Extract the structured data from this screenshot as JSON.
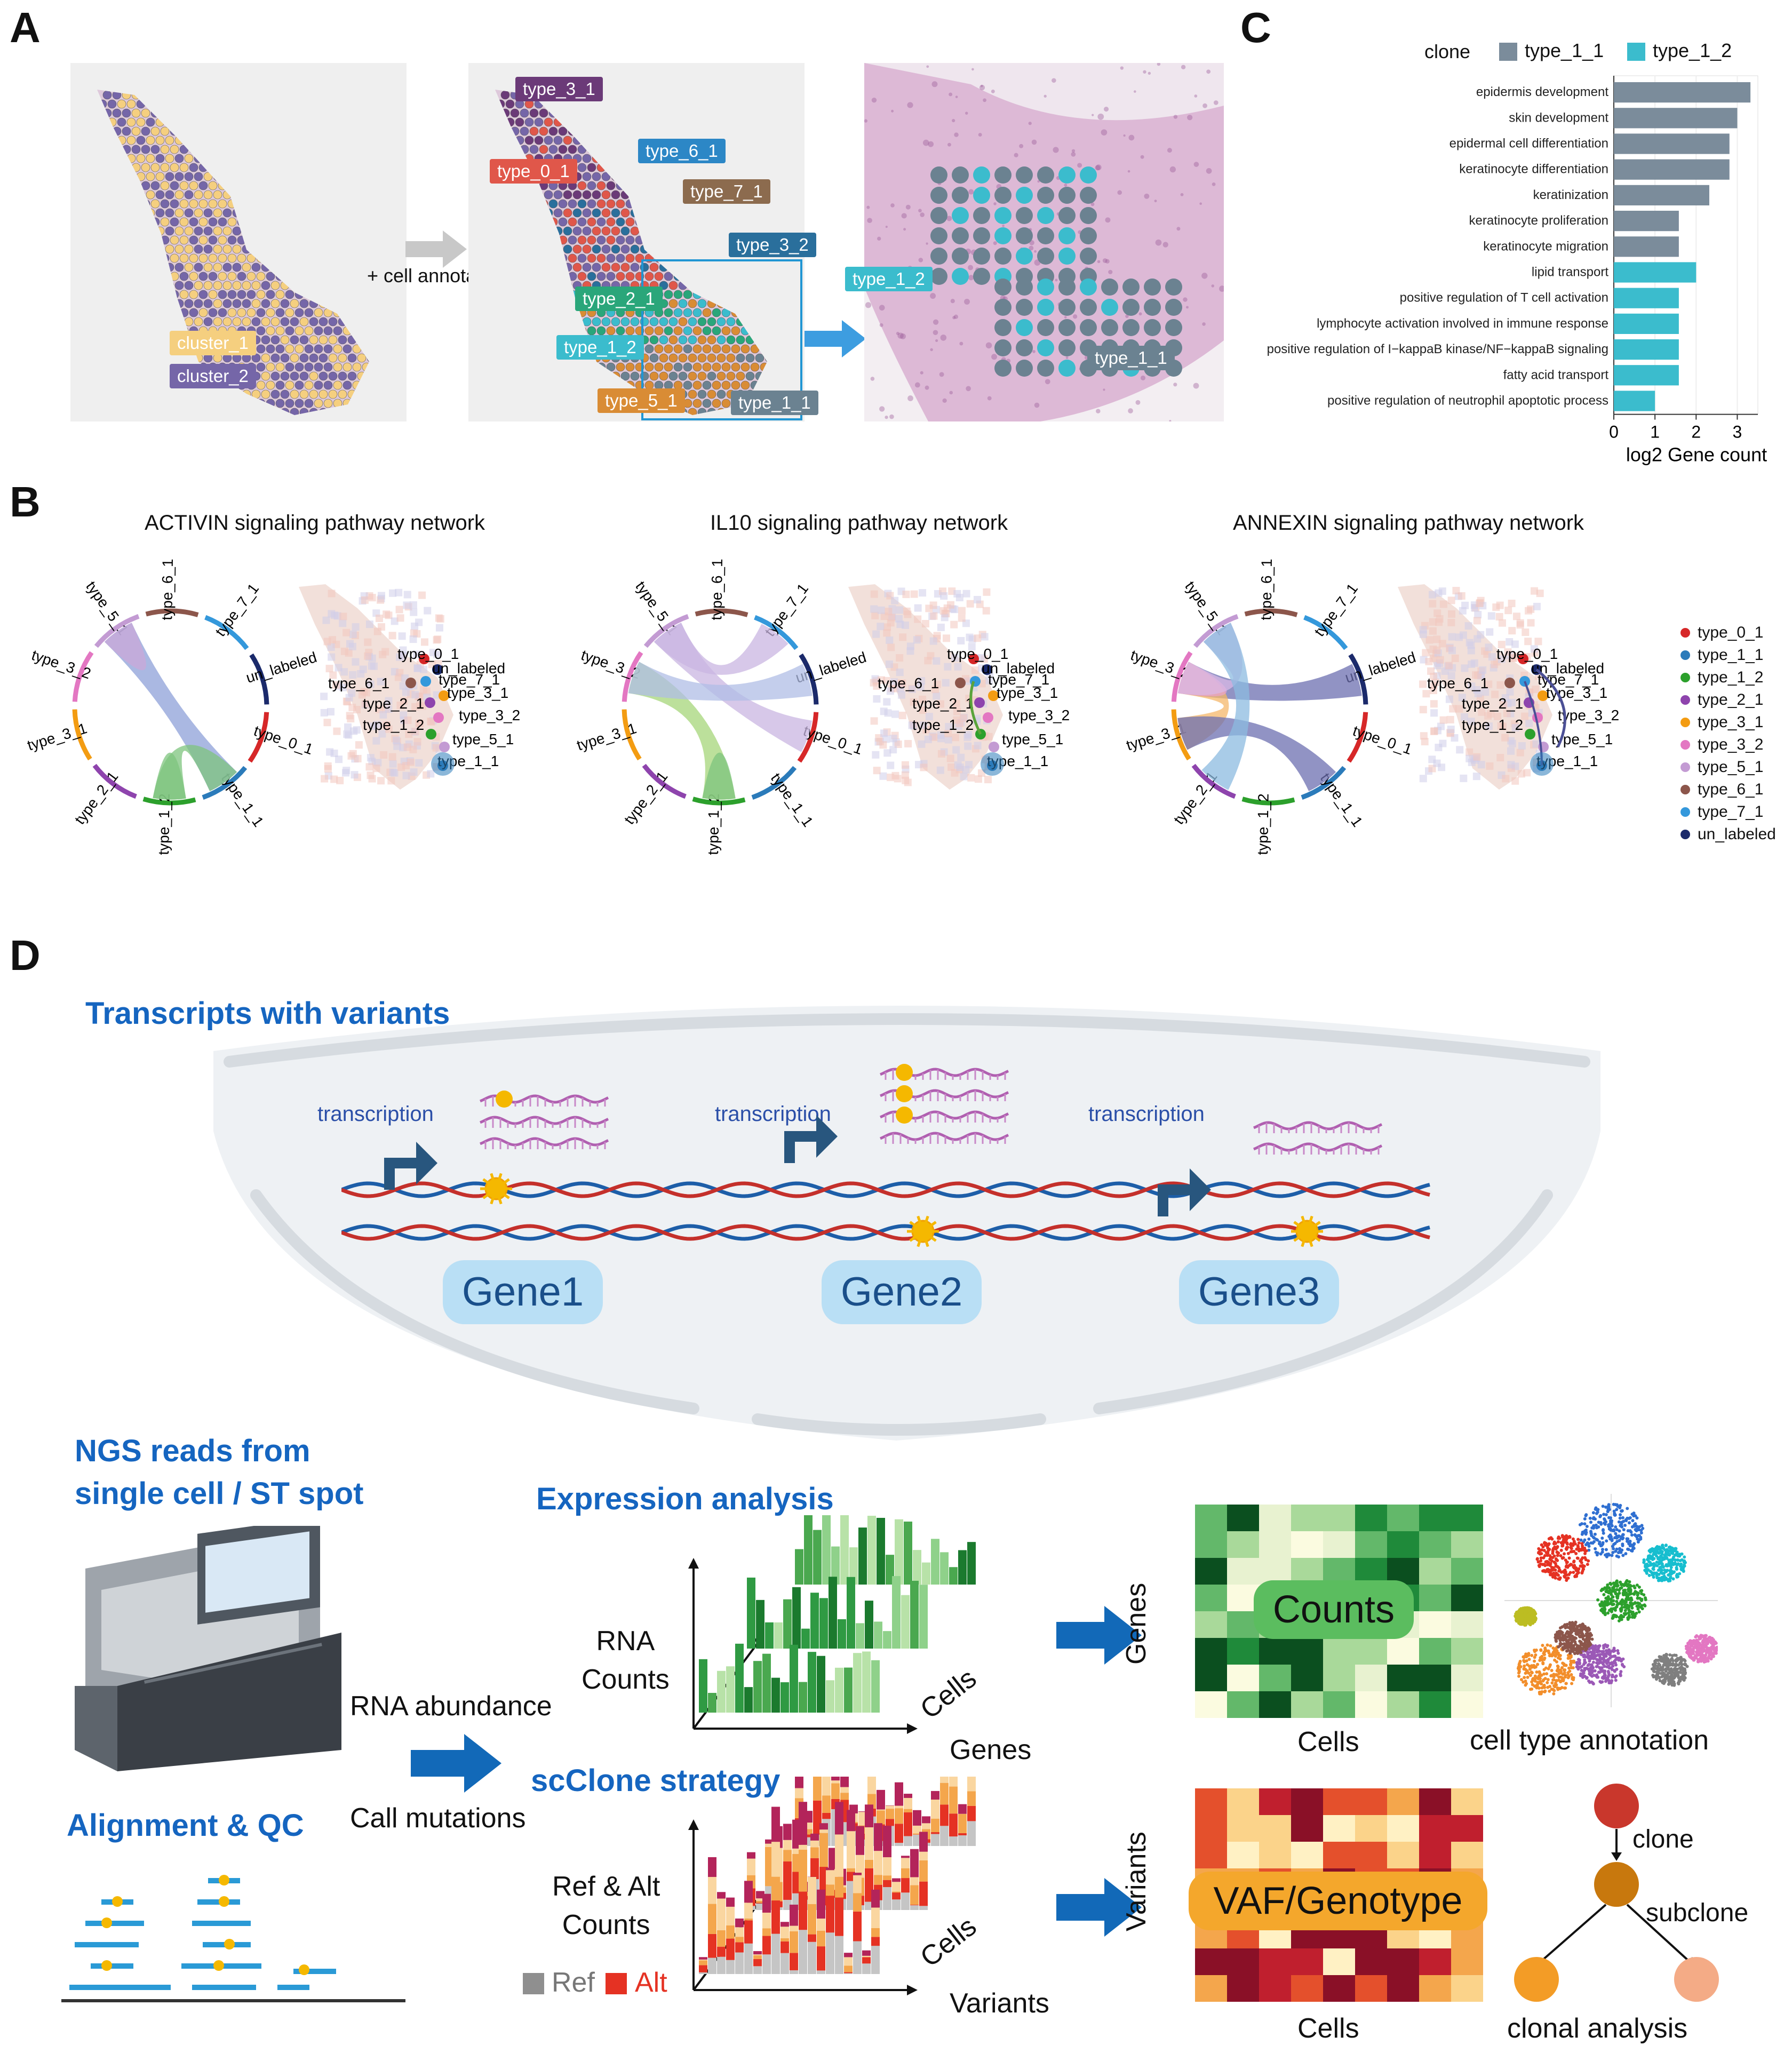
{
  "panel_labels": {
    "a": "A",
    "b": "B",
    "c": "C",
    "d": "D"
  },
  "panel_a": {
    "arrow_text": "+ cell annotation",
    "clusters": [
      {
        "label": "cluster_1",
        "color": "#f5cf7f"
      },
      {
        "label": "cluster_2",
        "color": "#7566a8"
      }
    ],
    "types": [
      {
        "label": "type_3_1",
        "color": "#6b3a78"
      },
      {
        "label": "type_6_1",
        "color": "#2c87c6"
      },
      {
        "label": "type_0_1",
        "color": "#e0574a"
      },
      {
        "label": "type_7_1",
        "color": "#8c6b4e"
      },
      {
        "label": "type_3_2",
        "color": "#2a6f9c"
      },
      {
        "label": "type_2_1",
        "color": "#2aa67a"
      },
      {
        "label": "type_1_2",
        "color": "#3bbccd"
      },
      {
        "label": "type_5_1",
        "color": "#d98c35"
      },
      {
        "label": "type_1_1",
        "color": "#6b8291"
      }
    ],
    "zoom_labels": [
      {
        "label": "type_1_2",
        "color": "#3bbccd"
      },
      {
        "label": "type_1_1",
        "color": "#6b8291"
      }
    ]
  },
  "panel_b": {
    "networks": [
      {
        "title": "ACTIVIN signaling pathway network"
      },
      {
        "title": "IL10 signaling pathway network"
      },
      {
        "title": "ANNEXIN signaling pathway network"
      }
    ],
    "circle_labels": [
      "type_6_1",
      "type_7_1",
      "un_labeled",
      "type_0_1",
      "type_1_1",
      "type_1_2",
      "type_2_1",
      "type_3_1",
      "type_3_2",
      "type_5_1"
    ],
    "map_labels": [
      "type_0_1",
      "un_labeled",
      "type_7_1",
      "type_6_1",
      "type_3_1",
      "type_2_1",
      "type_3_2",
      "type_1_2",
      "type_5_1",
      "type_1_1"
    ],
    "legend": [
      {
        "label": "type_0_1",
        "color": "#d62728"
      },
      {
        "label": "type_1_1",
        "color": "#2b7bba"
      },
      {
        "label": "type_1_2",
        "color": "#2ca02c"
      },
      {
        "label": "type_2_1",
        "color": "#8e44ad"
      },
      {
        "label": "type_3_1",
        "color": "#f39c12"
      },
      {
        "label": "type_3_2",
        "color": "#e377c2"
      },
      {
        "label": "type_5_1",
        "color": "#c39bd3"
      },
      {
        "label": "type_6_1",
        "color": "#8c564b"
      },
      {
        "label": "type_7_1",
        "color": "#3498db"
      },
      {
        "label": "un_labeled",
        "color": "#1b2a6b"
      }
    ]
  },
  "panel_c": {
    "legend_title": "clone",
    "xlabel": "log2 Gene count",
    "colors": {
      "type_1_1": "#7b8c9b",
      "type_1_2": "#3bbccd"
    },
    "chart_data": {
      "type": "bar",
      "orientation": "horizontal",
      "xlabel": "log2 Gene count",
      "xlim": [
        0,
        3.5
      ],
      "xticks": [
        0,
        1,
        2,
        3
      ],
      "series": [
        {
          "name": "type_1_1"
        },
        {
          "name": "type_1_2"
        }
      ],
      "categories": [
        "epidermis development",
        "skin development",
        "epidermal cell differentiation",
        "keratinocyte differentiation",
        "keratinization",
        "keratinocyte proliferation",
        "keratinocyte migration",
        "lipid transport",
        "positive regulation of T cell activation",
        "lymphocyte activation involved in immune response",
        "positive regulation of I−kappaB kinase/NF−kappaB signaling",
        "fatty acid transport",
        "positive regulation of neutrophil apoptotic process"
      ],
      "values": [
        3.32,
        3.0,
        2.81,
        2.81,
        2.32,
        1.58,
        1.58,
        2.0,
        1.58,
        1.58,
        1.58,
        1.58,
        1.0
      ],
      "clone": [
        "type_1_1",
        "type_1_1",
        "type_1_1",
        "type_1_1",
        "type_1_1",
        "type_1_1",
        "type_1_1",
        "type_1_2",
        "type_1_2",
        "type_1_2",
        "type_1_2",
        "type_1_2",
        "type_1_2"
      ]
    }
  },
  "panel_d": {
    "cell_title": "Transcripts with variants",
    "transcription": "transcription",
    "genes": [
      "Gene1",
      "Gene2",
      "Gene3"
    ],
    "ngs_title_1": "NGS reads from",
    "ngs_title_2": "single cell / ST spot",
    "alignment_title": "Alignment & QC",
    "rna_abundance": "RNA abundance",
    "call_mutations": "Call mutations",
    "expression_title": "Expression analysis",
    "rna_counts_1": "RNA",
    "rna_counts_2": "Counts",
    "cells": "Cells",
    "genes_axis": "Genes",
    "scclone_title": "scClone strategy",
    "refalt_1": "Ref & Alt",
    "refalt_2": "Counts",
    "variants_axis": "Variants",
    "ref": "Ref",
    "alt": "Alt",
    "counts_box": "Counts",
    "vaf_box": "VAF/Genotype",
    "cells_under_1": "Cells",
    "cells_under_2": "Cells",
    "genes_side": "Genes",
    "variants_side": "Variants",
    "cell_type_annotation": "cell type annotation",
    "clone": "clone",
    "subclone": "subclone",
    "clonal_analysis": "clonal analysis"
  }
}
